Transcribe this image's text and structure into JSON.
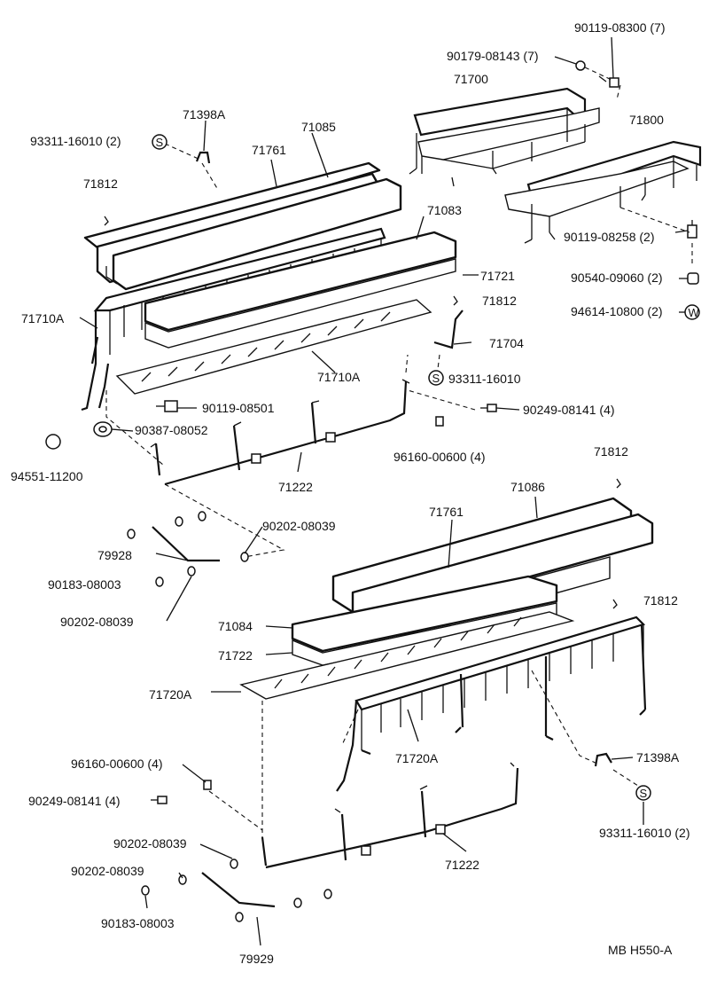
{
  "parts": {
    "p_90119_08300_7": "90119-08300 (7)",
    "p_90179_08143_7": "90179-08143 (7)",
    "p_71700": "71700",
    "p_71800": "71800",
    "p_71398A_top": "71398A",
    "p_71085": "71085",
    "p_93311_16010_2_top": "93311-16010 (2)",
    "p_71761_top": "71761",
    "p_71812_a": "71812",
    "p_71083": "71083",
    "p_90119_08258_2": "90119-08258 (2)",
    "p_90540_09060_2": "90540-09060 (2)",
    "p_94614_10800_2": "94614-10800 (2)",
    "p_71721": "71721",
    "p_71812_b": "71812",
    "p_71710A_left": "71710A",
    "p_71704": "71704",
    "p_71710A_mid": "71710A",
    "p_93311_16010_mid": "93311-16010",
    "p_90119_08501": "90119-08501",
    "p_90249_08141_4_top": "90249-08141 (4)",
    "p_90387_08052": "90387-08052",
    "p_96160_00600_4_top": "96160-00600 (4)",
    "p_94551_11200": "94551-11200",
    "p_71222_top": "71222",
    "p_71812_c": "71812",
    "p_71086": "71086",
    "p_90202_08039_a": "90202-08039",
    "p_71761_bottom": "71761",
    "p_79928": "79928",
    "p_90183_08003_a": "90183-08003",
    "p_71812_d": "71812",
    "p_90202_08039_b": "90202-08039",
    "p_71084": "71084",
    "p_71722": "71722",
    "p_71720A_left": "71720A",
    "p_96160_00600_4_bottom": "96160-00600 (4)",
    "p_71720A_mid": "71720A",
    "p_71398A_bottom": "71398A",
    "p_90249_08141_4_bottom": "90249-08141 (4)",
    "p_93311_16010_2_bottom": "93311-16010 (2)",
    "p_90202_08039_c": "90202-08039",
    "p_71222_bottom": "71222",
    "p_90202_08039_d": "90202-08039",
    "p_90183_08003_b": "90183-08003",
    "p_79929": "79929",
    "footer_code": "MB  H550-A"
  },
  "symbols": {
    "clip_letter": "S",
    "washer_letter": "W"
  },
  "line_color": "#111111",
  "background": "#ffffff"
}
